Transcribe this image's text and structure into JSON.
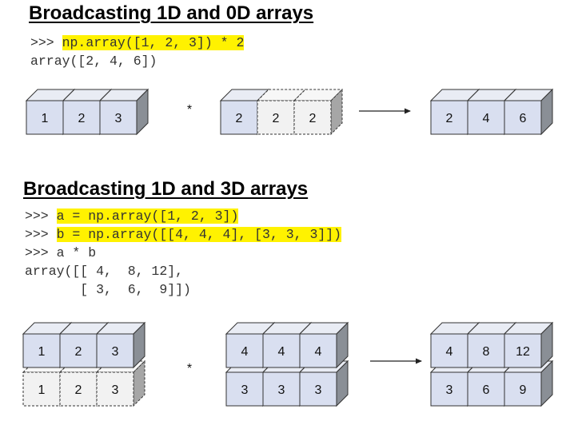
{
  "section1": {
    "title": "Broadcasting 1D and 0D arrays",
    "code": [
      {
        "prompt": ">>> ",
        "text": "np.array([1, 2, 3]) * 2",
        "highlight": true
      },
      {
        "prompt": "",
        "text": "array([2, 4, 6])",
        "highlight": false
      }
    ],
    "operator": "*",
    "arrays": {
      "a": [
        [
          "1",
          "2",
          "3"
        ]
      ],
      "b": [
        [
          "2",
          "2",
          "2"
        ]
      ],
      "b_broadcast_columns": [
        1,
        2
      ],
      "result": [
        [
          "2",
          "4",
          "6"
        ]
      ]
    }
  },
  "section2": {
    "title": "Broadcasting 1D and 3D arrays",
    "code": [
      {
        "prompt": ">>> ",
        "text": "a = np.array([1, 2, 3])",
        "highlight": true
      },
      {
        "prompt": ">>> ",
        "text": "b = np.array([[4, 4, 4], [3, 3, 3]])",
        "highlight": true
      },
      {
        "prompt": ">>> ",
        "text": "a * b",
        "highlight": false
      },
      {
        "prompt": "",
        "text": "array([[ 4,  8, 12],",
        "highlight": false
      },
      {
        "prompt": "",
        "text": "       [ 3,  6,  9]])",
        "highlight": false
      }
    ],
    "operator": "*",
    "arrays": {
      "a": [
        [
          "1",
          "2",
          "3"
        ],
        [
          "1",
          "2",
          "3"
        ]
      ],
      "a_broadcast_rows": [
        1
      ],
      "b": [
        [
          "4",
          "4",
          "4"
        ],
        [
          "3",
          "3",
          "3"
        ]
      ],
      "result": [
        [
          "4",
          "8",
          "12"
        ],
        [
          "3",
          "6",
          "9"
        ]
      ]
    }
  },
  "colors": {
    "cube_front": "#d9dff0",
    "cube_top": "#e9ecf4",
    "cube_side": "#8a8f96",
    "ghost_front": "#f2f2f2",
    "ghost_top": "#f7f7f7",
    "ghost_side": "#a6a6a6",
    "stroke": "#333333",
    "highlight": "#fff200"
  }
}
